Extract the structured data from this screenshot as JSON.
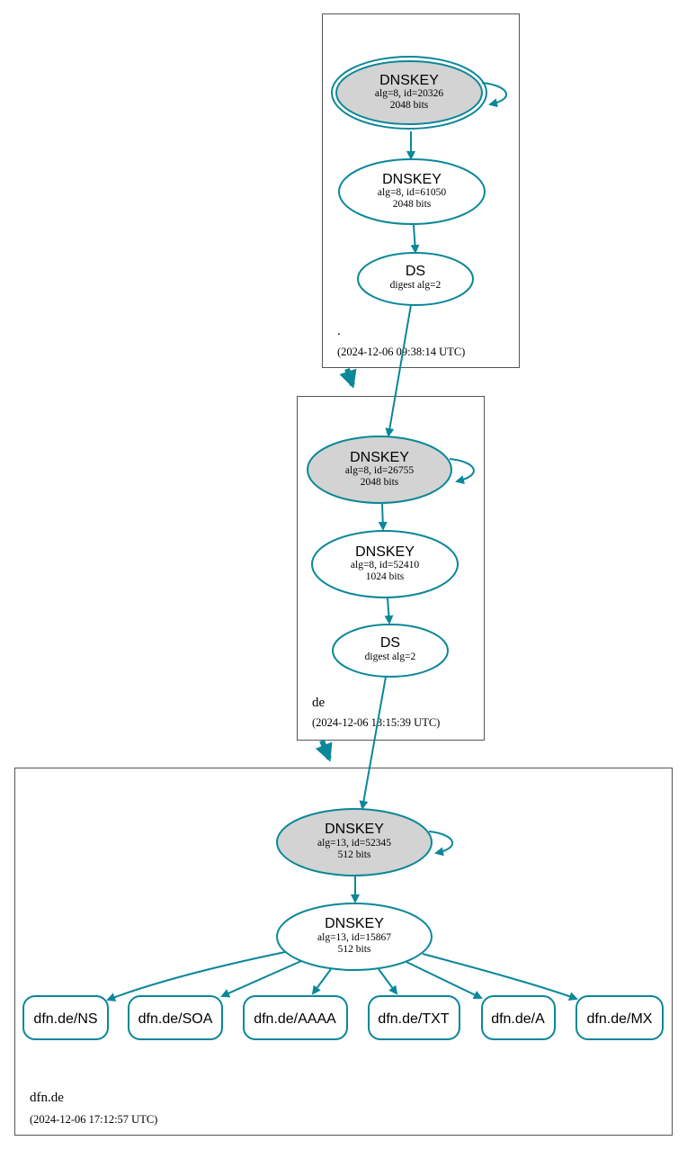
{
  "colors": {
    "edge": "#0a8799",
    "key_fill_sep": "#d3d3d3",
    "zone_border": "#555555"
  },
  "zones": {
    "root": {
      "name": ".",
      "timestamp": "(2024-12-06 09:38:14 UTC)",
      "ksk": {
        "type": "DNSKEY",
        "line1": "alg=8, id=20326",
        "line2": "2048 bits",
        "trust_anchor": true
      },
      "zsk": {
        "type": "DNSKEY",
        "line1": "alg=8, id=61050",
        "line2": "2048 bits"
      },
      "ds": {
        "type": "DS",
        "line1": "digest alg=2"
      }
    },
    "de": {
      "name": "de",
      "timestamp": "(2024-12-06 13:15:39 UTC)",
      "ksk": {
        "type": "DNSKEY",
        "line1": "alg=8, id=26755",
        "line2": "2048 bits"
      },
      "zsk": {
        "type": "DNSKEY",
        "line1": "alg=8, id=52410",
        "line2": "1024 bits"
      },
      "ds": {
        "type": "DS",
        "line1": "digest alg=2"
      }
    },
    "dfn": {
      "name": "dfn.de",
      "timestamp": "(2024-12-06 17:12:57 UTC)",
      "ksk": {
        "type": "DNSKEY",
        "line1": "alg=13, id=52345",
        "line2": "512 bits"
      },
      "zsk": {
        "type": "DNSKEY",
        "line1": "alg=13, id=15867",
        "line2": "512 bits"
      },
      "rrsets": [
        "dfn.de/NS",
        "dfn.de/SOA",
        "dfn.de/AAAA",
        "dfn.de/TXT",
        "dfn.de/A",
        "dfn.de/MX"
      ]
    }
  }
}
